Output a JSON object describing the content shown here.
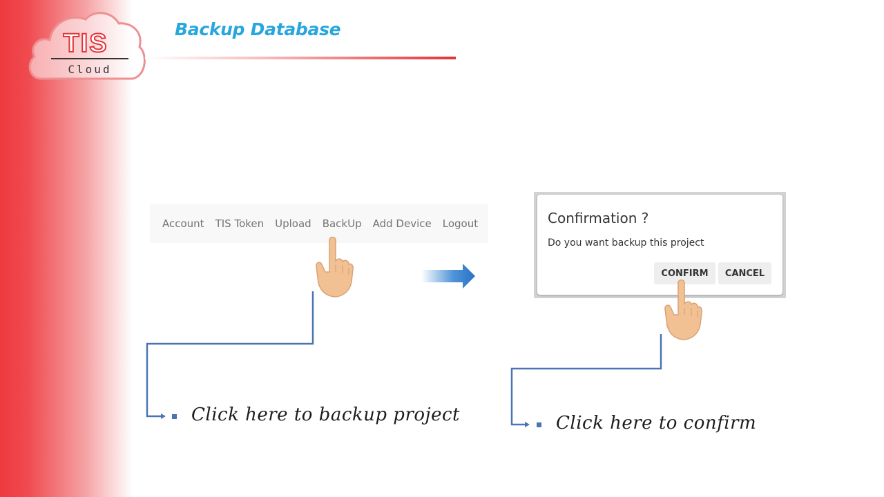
{
  "logo": {
    "brand": "TIS",
    "sub": "Cloud"
  },
  "title": "Backup Database",
  "navbar": {
    "items": [
      {
        "label": "Account"
      },
      {
        "label": "TIS Token"
      },
      {
        "label": "Upload"
      },
      {
        "label": "BackUp"
      },
      {
        "label": "Add Device"
      },
      {
        "label": "Logout"
      }
    ]
  },
  "dialog": {
    "title": "Confirmation ?",
    "message": "Do you want backup this project",
    "confirm_label": "CONFIRM",
    "cancel_label": "CANCEL"
  },
  "captions": {
    "backup": "Click here  to backup project",
    "confirm": "Click here to confirm"
  },
  "colors": {
    "brand_red": "#e53338",
    "title_blue": "#29a6de",
    "connector_blue": "#4a74b4"
  },
  "icons": [
    "pointing-hand-icon",
    "right-arrow-icon",
    "cloud-logo-icon"
  ]
}
